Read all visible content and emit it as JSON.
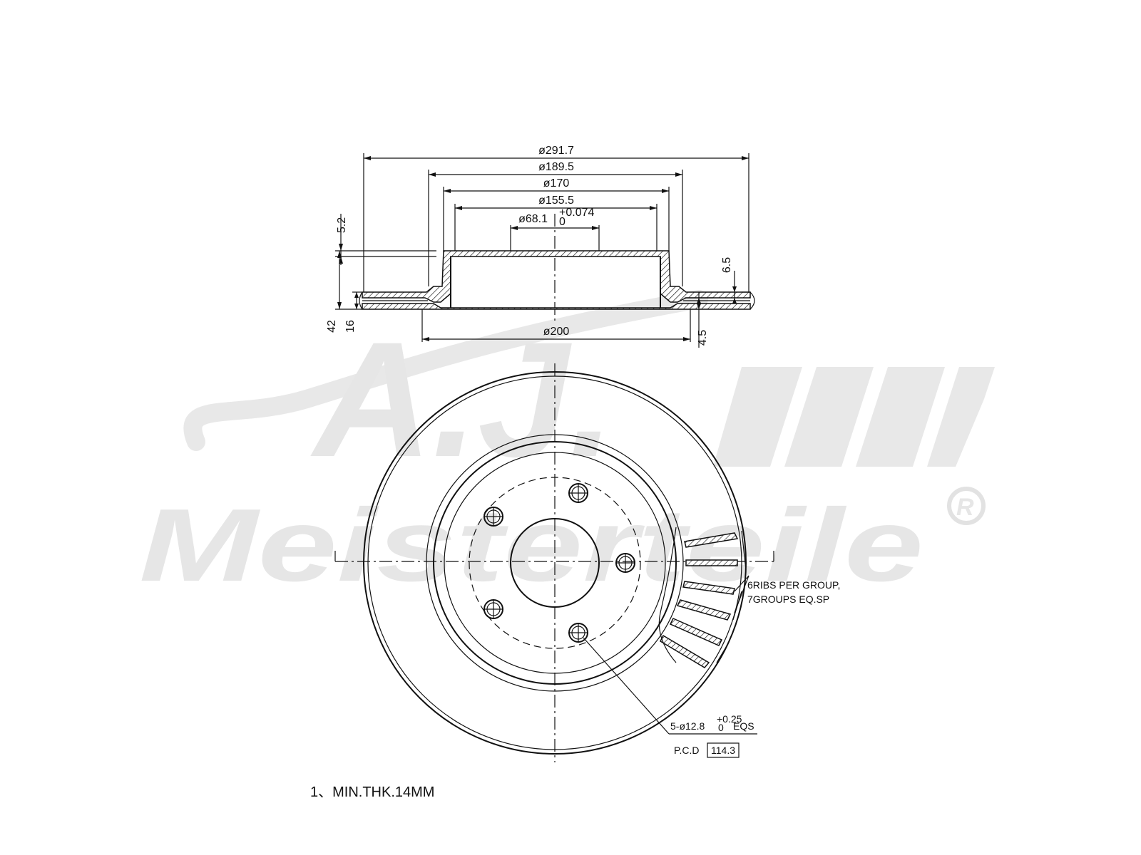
{
  "watermark": {
    "script_text": "A.J.",
    "brand_text": "Meisterteile",
    "registered_mark": "R"
  },
  "dimensions": {
    "d_outer": "ø291.7",
    "d_hat_outer": "ø189.5",
    "d_hat": "ø170",
    "d_hat_inner": "ø155.5",
    "d_center_bore": "ø68.1",
    "d_center_bore_tol_upper": "+0.074",
    "d_center_bore_tol_lower": "0",
    "d_200": "ø200",
    "height_5_2": "5.2",
    "height_42": "42",
    "height_16": "16",
    "height_6_5": "6.5",
    "height_4_5": "4.5"
  },
  "notes": {
    "ribs_line1": "6RIBS PER GROUP,",
    "ribs_line2": "7GROUPS EQ.SP",
    "holes_prefix": "5-ø12.8",
    "holes_tol_upper": "+0.25",
    "holes_tol_lower": "0",
    "holes_suffix": "EQS",
    "pcd_label": "P.C.D",
    "pcd_value": "114.3",
    "footnote": "1、MIN.THK.14MM"
  }
}
